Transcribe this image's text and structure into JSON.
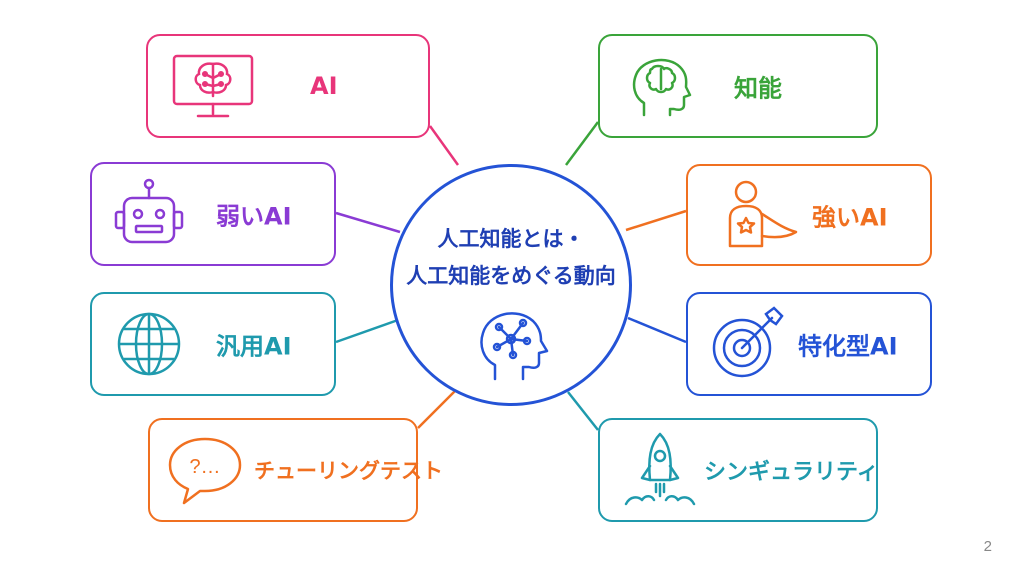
{
  "center": {
    "line1": "人工知能とは・",
    "line2": "人工知能をめぐる動向"
  },
  "nodes": {
    "ai": {
      "label": "AI",
      "color": "#e8357a",
      "icon": "computer-brain-icon"
    },
    "chinou": {
      "label": "知能",
      "color": "#3aa43a",
      "icon": "brain-head-icon"
    },
    "weak": {
      "label": "弱いAI",
      "color": "#8a3bd4",
      "icon": "robot-icon"
    },
    "strong": {
      "label": "強いAI",
      "color": "#f07020",
      "icon": "superhero-icon"
    },
    "general": {
      "label": "汎用AI",
      "color": "#1f9aad",
      "icon": "globe-icon"
    },
    "specific": {
      "label": "特化型AI",
      "color": "#2453d6",
      "icon": "target-icon"
    },
    "turing": {
      "label": "チューリングテスト",
      "color": "#f07020",
      "icon": "speech-bubble-icon"
    },
    "singular": {
      "label": "シンギュラリティ",
      "color": "#1f9aad",
      "icon": "rocket-icon"
    }
  },
  "bubble_text": "?…",
  "page_number": "2"
}
